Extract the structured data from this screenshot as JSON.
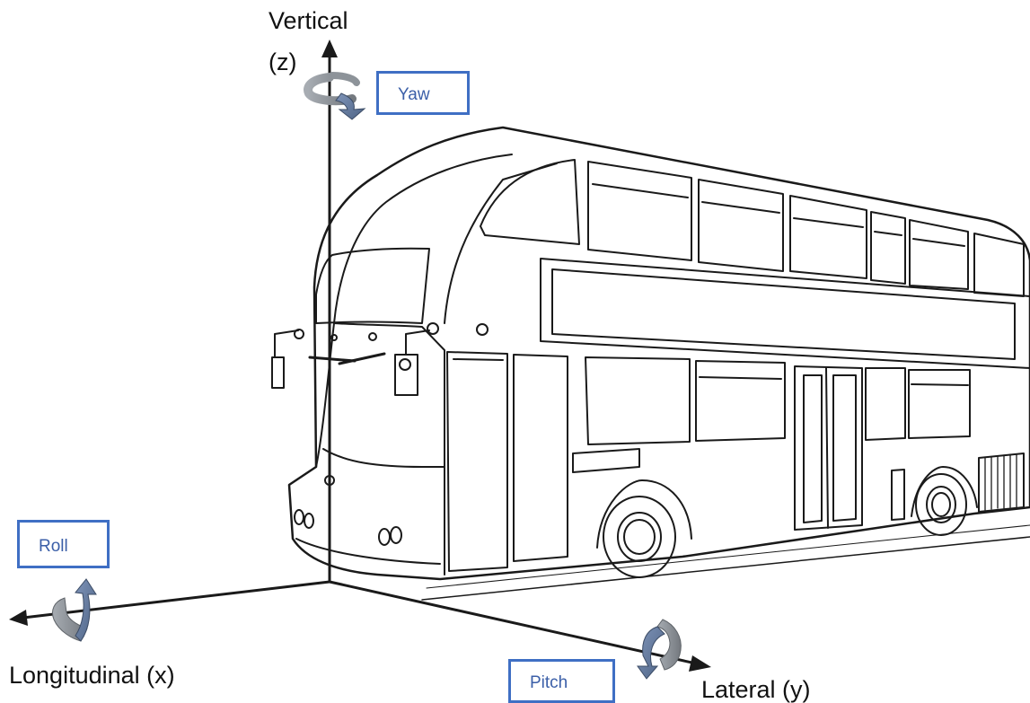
{
  "axes": {
    "vertical": {
      "label": "Vertical",
      "symbol": "(z)"
    },
    "longitudinal": {
      "label": "Longitudinal (x)"
    },
    "lateral": {
      "label": "Lateral (y)"
    }
  },
  "motions": {
    "yaw": "Yaw",
    "roll": "Roll",
    "pitch": "Pitch"
  },
  "colors": {
    "box_border": "#3f6fc4",
    "box_text": "#3b5fa8",
    "rotation_arrow_front": "#5d7396",
    "rotation_arrow_back": "#8d9399",
    "line": "#1a1a1a"
  }
}
